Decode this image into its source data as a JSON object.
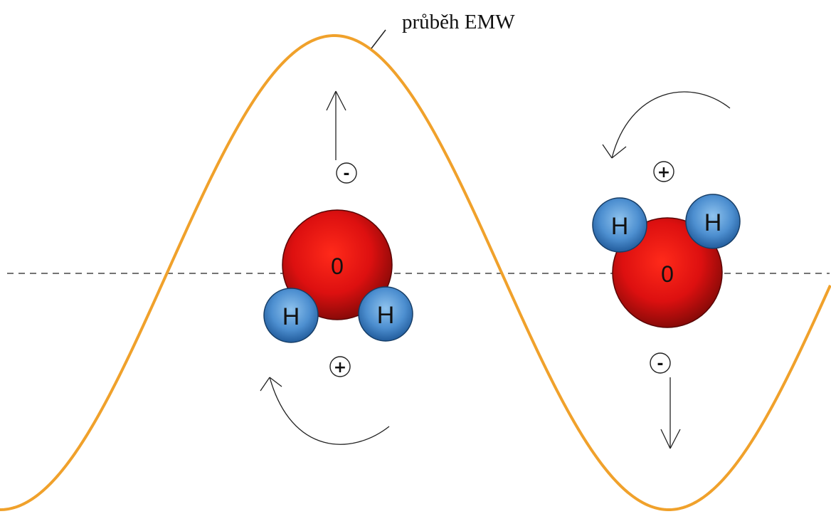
{
  "wave_label": "průběh EMW",
  "colors": {
    "wave": "#f0a12b",
    "oxygen": "#e01010",
    "hydrogen": "#3d7fc4",
    "ink": "#111111"
  },
  "molecules": [
    {
      "oxygen_label": "0",
      "hydrogen_labels": [
        "H",
        "H"
      ],
      "charges": {
        "top": "-",
        "bottom": "+"
      }
    },
    {
      "oxygen_label": "0",
      "hydrogen_labels": [
        "H",
        "H"
      ],
      "charges": {
        "top": "+",
        "bottom": "-"
      }
    }
  ]
}
